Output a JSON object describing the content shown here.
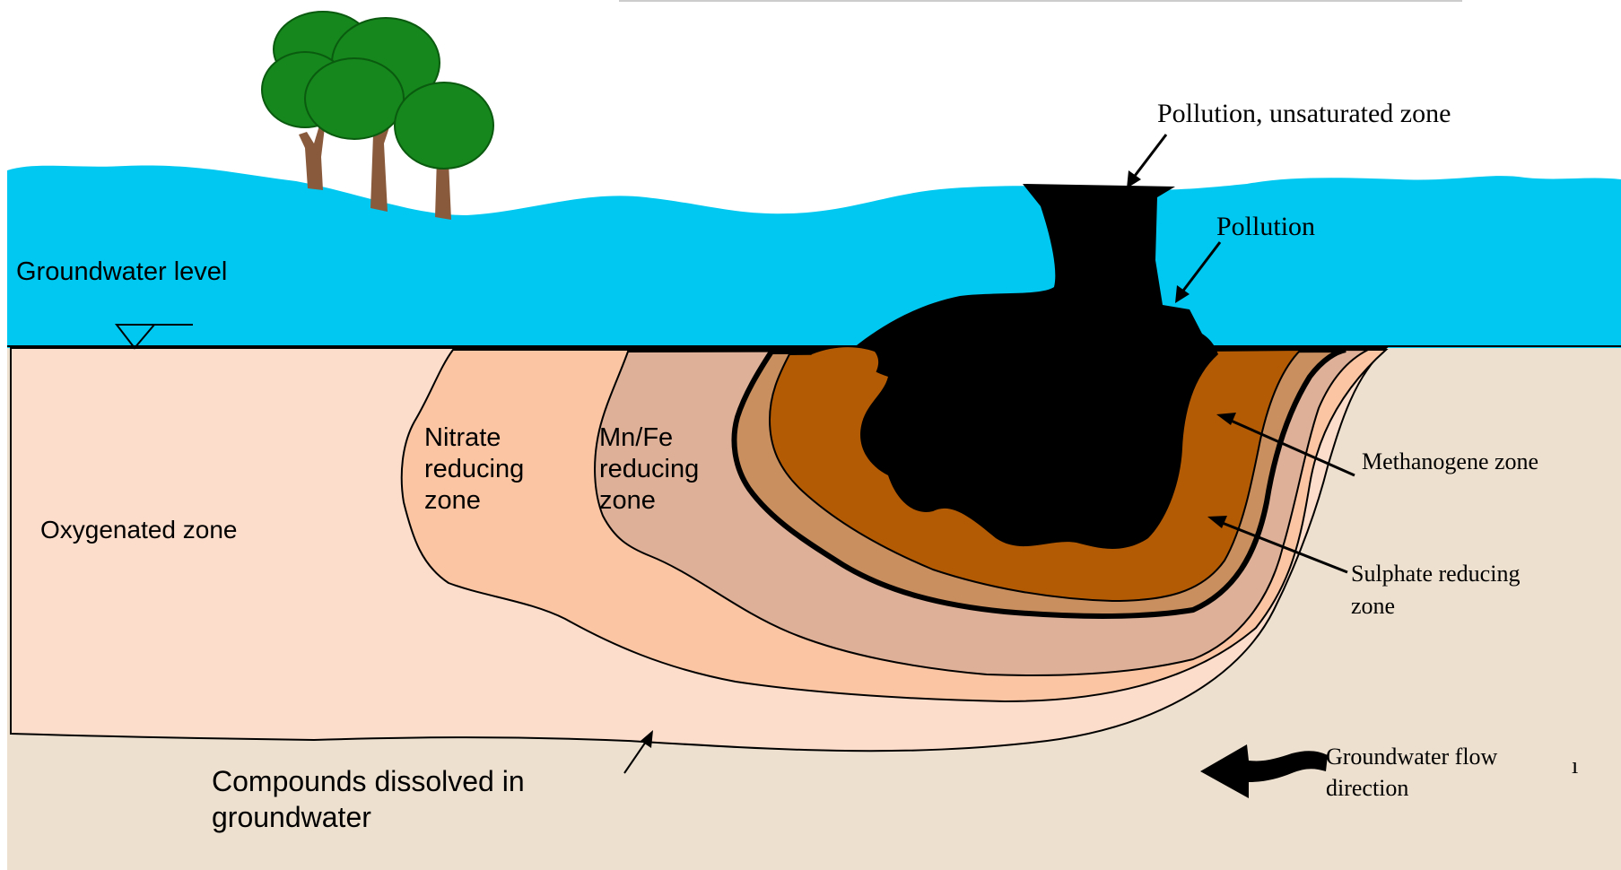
{
  "colors": {
    "unsaturated": "#00c8f0",
    "ground": "#ede0cf",
    "oxygenated": "#fcdccb",
    "nitrate": "#fbc5a3",
    "mnfe": "#deb097",
    "sulphate": "#c98f5e",
    "methanogene": "#b35a05",
    "pollution": "#000000",
    "tree_foliage": "#15871c",
    "tree_trunk": "#8a5a3c"
  },
  "labels": {
    "groundwater_level": "Groundwater level",
    "pollution_unsaturated": "Pollution, unsaturated zone",
    "pollution": "Pollution",
    "oxygenated_zone": "Oxygenated zone",
    "nitrate_zone": [
      "Nitrate",
      "reducing",
      "zone"
    ],
    "mnfe_zone": [
      "Mn/Fe",
      "reducing",
      "zone"
    ],
    "methanogene_zone": "Methanogene zone",
    "sulphate_zone": [
      "Sulphate reducing",
      "zone"
    ],
    "groundwater_flow": [
      "Groundwater flow",
      "direction"
    ],
    "compounds_dissolved": [
      "Compounds dissolved in",
      "groundwater"
    ],
    "stray_mark": "ı"
  }
}
